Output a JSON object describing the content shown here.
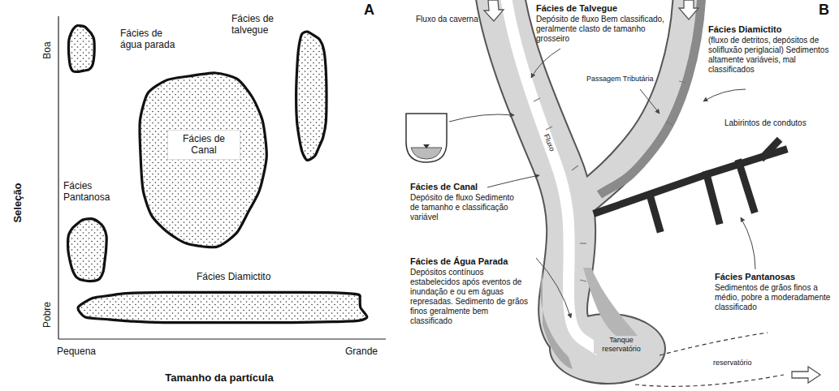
{
  "diagram": {
    "nodes": [
      {
        "text": [
          "Fácies de água parada"
        ]
      },
      {
        "text": [
          "Fácies de talvegue"
        ]
      },
      {
        "text": [
          "Fácies de Canal"
        ]
      },
      {
        "text": [
          "Fácies Pantanosa"
        ]
      },
      {
        "text": [
          "Fácies Diamictito"
        ]
      }
    ],
    "labels": [
      "A",
      "Seleção",
      "Boa",
      "Pobre",
      "Pequena",
      "Grande",
      "Tamanho da partícula",
      "B",
      "Fluxo da caverna",
      "Fácies de Talvegue",
      "Depósito de fluxo Bem classificado, geralmente clasto de tamanho grosseiro",
      "Fácies Diamictito",
      "(fluxo de detritos, depósitos de solifluxão periglacial) Sedimentos altamente variáveis, mal classificados",
      "Passagem Tributária",
      "Fácies de Canal",
      "Depósito de fluxo Sedimento de tamanho e classificação variável",
      "Fluxo",
      "Labirintos de condutos",
      "Fácies de Água Parada",
      "Depósitos contínuos estabelecidos após eventos de inundação e ou em águas represadas. Sedimento de grãos finos geralmente bem classificado",
      "Fácies Pantanosas",
      "Sedimentos de grãos finos a médio, pobre a moderadamente classificado",
      "Tanque reservatório",
      "reservatório"
    ]
  }
}
